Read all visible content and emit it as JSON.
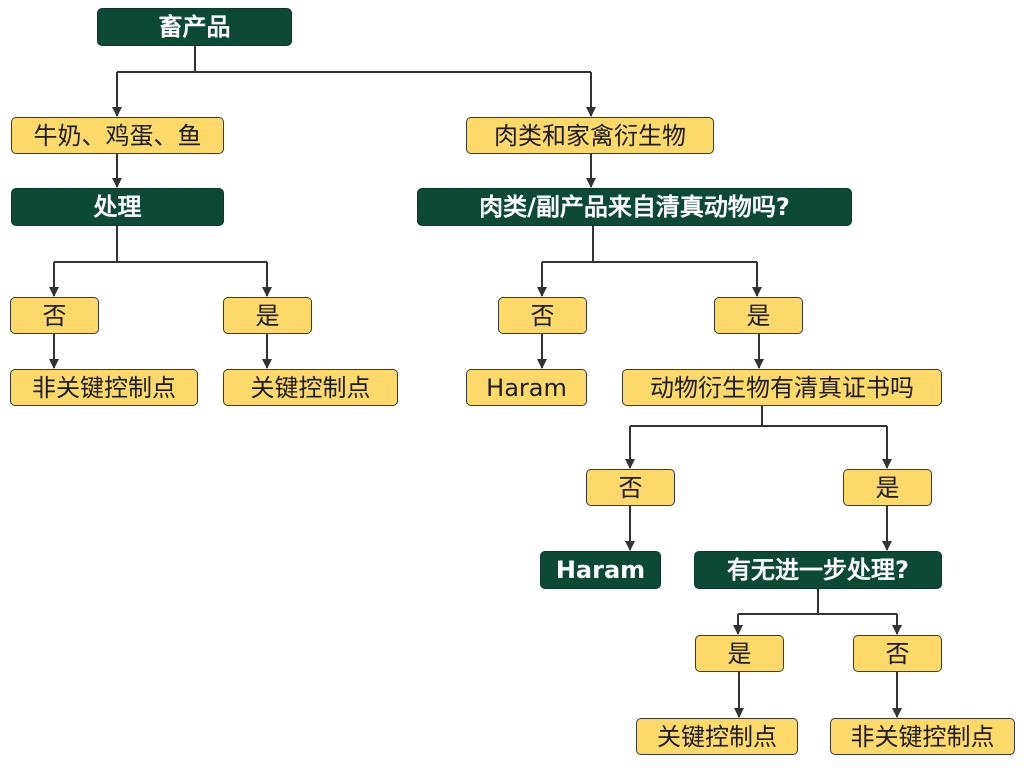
{
  "colors": {
    "dark_node": "#0c4a35",
    "light_node": "#fdd96a",
    "connector": "#333333"
  },
  "nodes": {
    "root": "畜产品",
    "dairy": "牛奶、鸡蛋、鱼",
    "meat": "肉类和家禽衍生物",
    "process1": "处理",
    "halal_source": "肉类/副产品来自清真动物吗?",
    "no1": "否",
    "yes1": "是",
    "no2": "否",
    "yes2": "是",
    "noncp1": "非关键控制点",
    "cp1": "关键控制点",
    "haram1": "Haram",
    "cert": "动物衍生物有清真证书吗",
    "no3": "否",
    "yes3": "是",
    "haram2": "Haram",
    "process2": "有无进一步处理?",
    "yes4": "是",
    "no4": "否",
    "cp2": "关键控制点",
    "noncp2": "非关键控制点"
  }
}
